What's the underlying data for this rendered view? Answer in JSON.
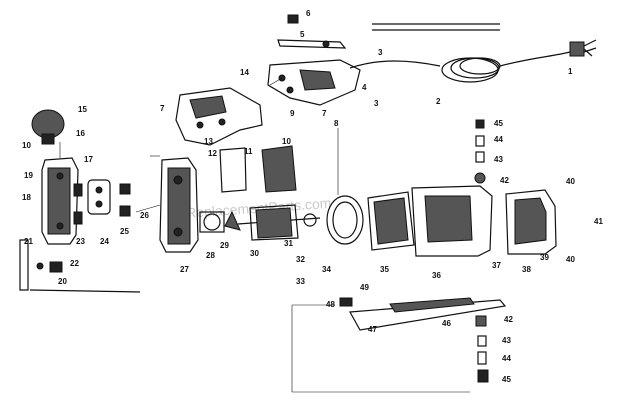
{
  "diagram": {
    "watermark": "eReplacementParts.com",
    "labels": [
      "1",
      "2",
      "3",
      "3",
      "4",
      "5",
      "6",
      "7",
      "7",
      "8",
      "9",
      "10",
      "10",
      "11",
      "12",
      "13",
      "14",
      "15",
      "16",
      "17",
      "18",
      "19",
      "20",
      "21",
      "22",
      "23",
      "24",
      "25",
      "26",
      "27",
      "28",
      "29",
      "30",
      "31",
      "32",
      "33",
      "34",
      "35",
      "36",
      "37",
      "38",
      "39",
      "40",
      "40",
      "41",
      "42",
      "42",
      "43",
      "43",
      "44",
      "44",
      "45",
      "45",
      "46",
      "47",
      "48",
      "49"
    ]
  }
}
